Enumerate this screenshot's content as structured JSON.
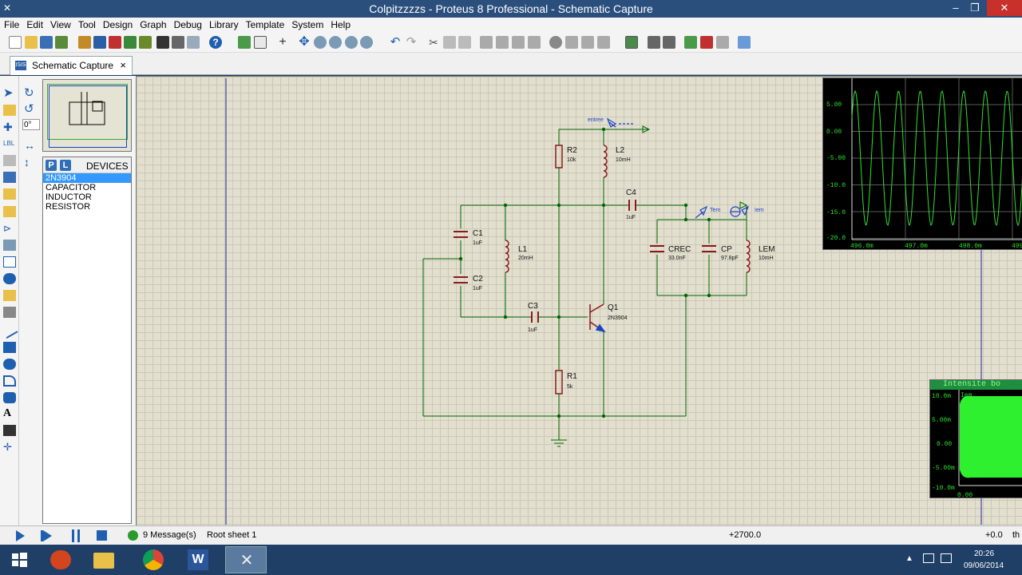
{
  "window": {
    "title": "Colpitzzzzs - Proteus 8 Professional - Schematic Capture"
  },
  "menu": [
    "File",
    "Edit",
    "View",
    "Tool",
    "Design",
    "Graph",
    "Debug",
    "Library",
    "Template",
    "System",
    "Help"
  ],
  "tab": {
    "label": "Schematic Capture"
  },
  "rotation": {
    "angle": "0°"
  },
  "devices": {
    "p_label": "P",
    "l_label": "L",
    "title": "DEVICES",
    "items": [
      "2N3904",
      "CAPACITOR",
      "INDUCTOR",
      "RESISTOR"
    ],
    "selected": "2N3904"
  },
  "schematic": {
    "components": {
      "R2": {
        "ref": "R2",
        "value": "10k"
      },
      "L2": {
        "ref": "L2",
        "value": "10mH"
      },
      "C4": {
        "ref": "C4",
        "value": "1uF"
      },
      "C1": {
        "ref": "C1",
        "value": "1uF"
      },
      "C2": {
        "ref": "C2",
        "value": "1uF"
      },
      "L1": {
        "ref": "L1",
        "value": "20mH"
      },
      "C3": {
        "ref": "C3",
        "value": "1uF"
      },
      "Q1": {
        "ref": "Q1",
        "value": "2N3904"
      },
      "R1": {
        "ref": "R1",
        "value": "5k"
      },
      "CREC": {
        "ref": "CREC",
        "value": "33.0nF"
      },
      "CP": {
        "ref": "CP",
        "value": "97.8pF"
      },
      "LEM": {
        "ref": "LEM",
        "value": "10mH"
      }
    },
    "probes": {
      "entree": "entree",
      "tem": "Tem",
      "iem": "Iem"
    }
  },
  "scope1": {
    "y_ticks": [
      "5.00",
      "0.00",
      "-5.00",
      "-10.0",
      "-15.0",
      "-20.0"
    ],
    "x_ticks": [
      "496.0m",
      "497.0m",
      "498.0m",
      "499"
    ],
    "trace_color": "#33dd33"
  },
  "scope2": {
    "title": "Intensite bo",
    "trace": "Iem",
    "y_ticks": [
      "10.0m",
      "5.00m",
      "0.00",
      "-5.00m",
      "-10.0m"
    ],
    "x_ticks": [
      "0.00"
    ],
    "fill_color": "#2ef02e"
  },
  "status": {
    "messages": "9 Message(s)",
    "sheet": "Root sheet 1",
    "coord_x": "+2700.0",
    "coord_y": "+0.0",
    "unit": "th"
  },
  "tray": {
    "time": "20:26",
    "date": "09/06/2014"
  }
}
